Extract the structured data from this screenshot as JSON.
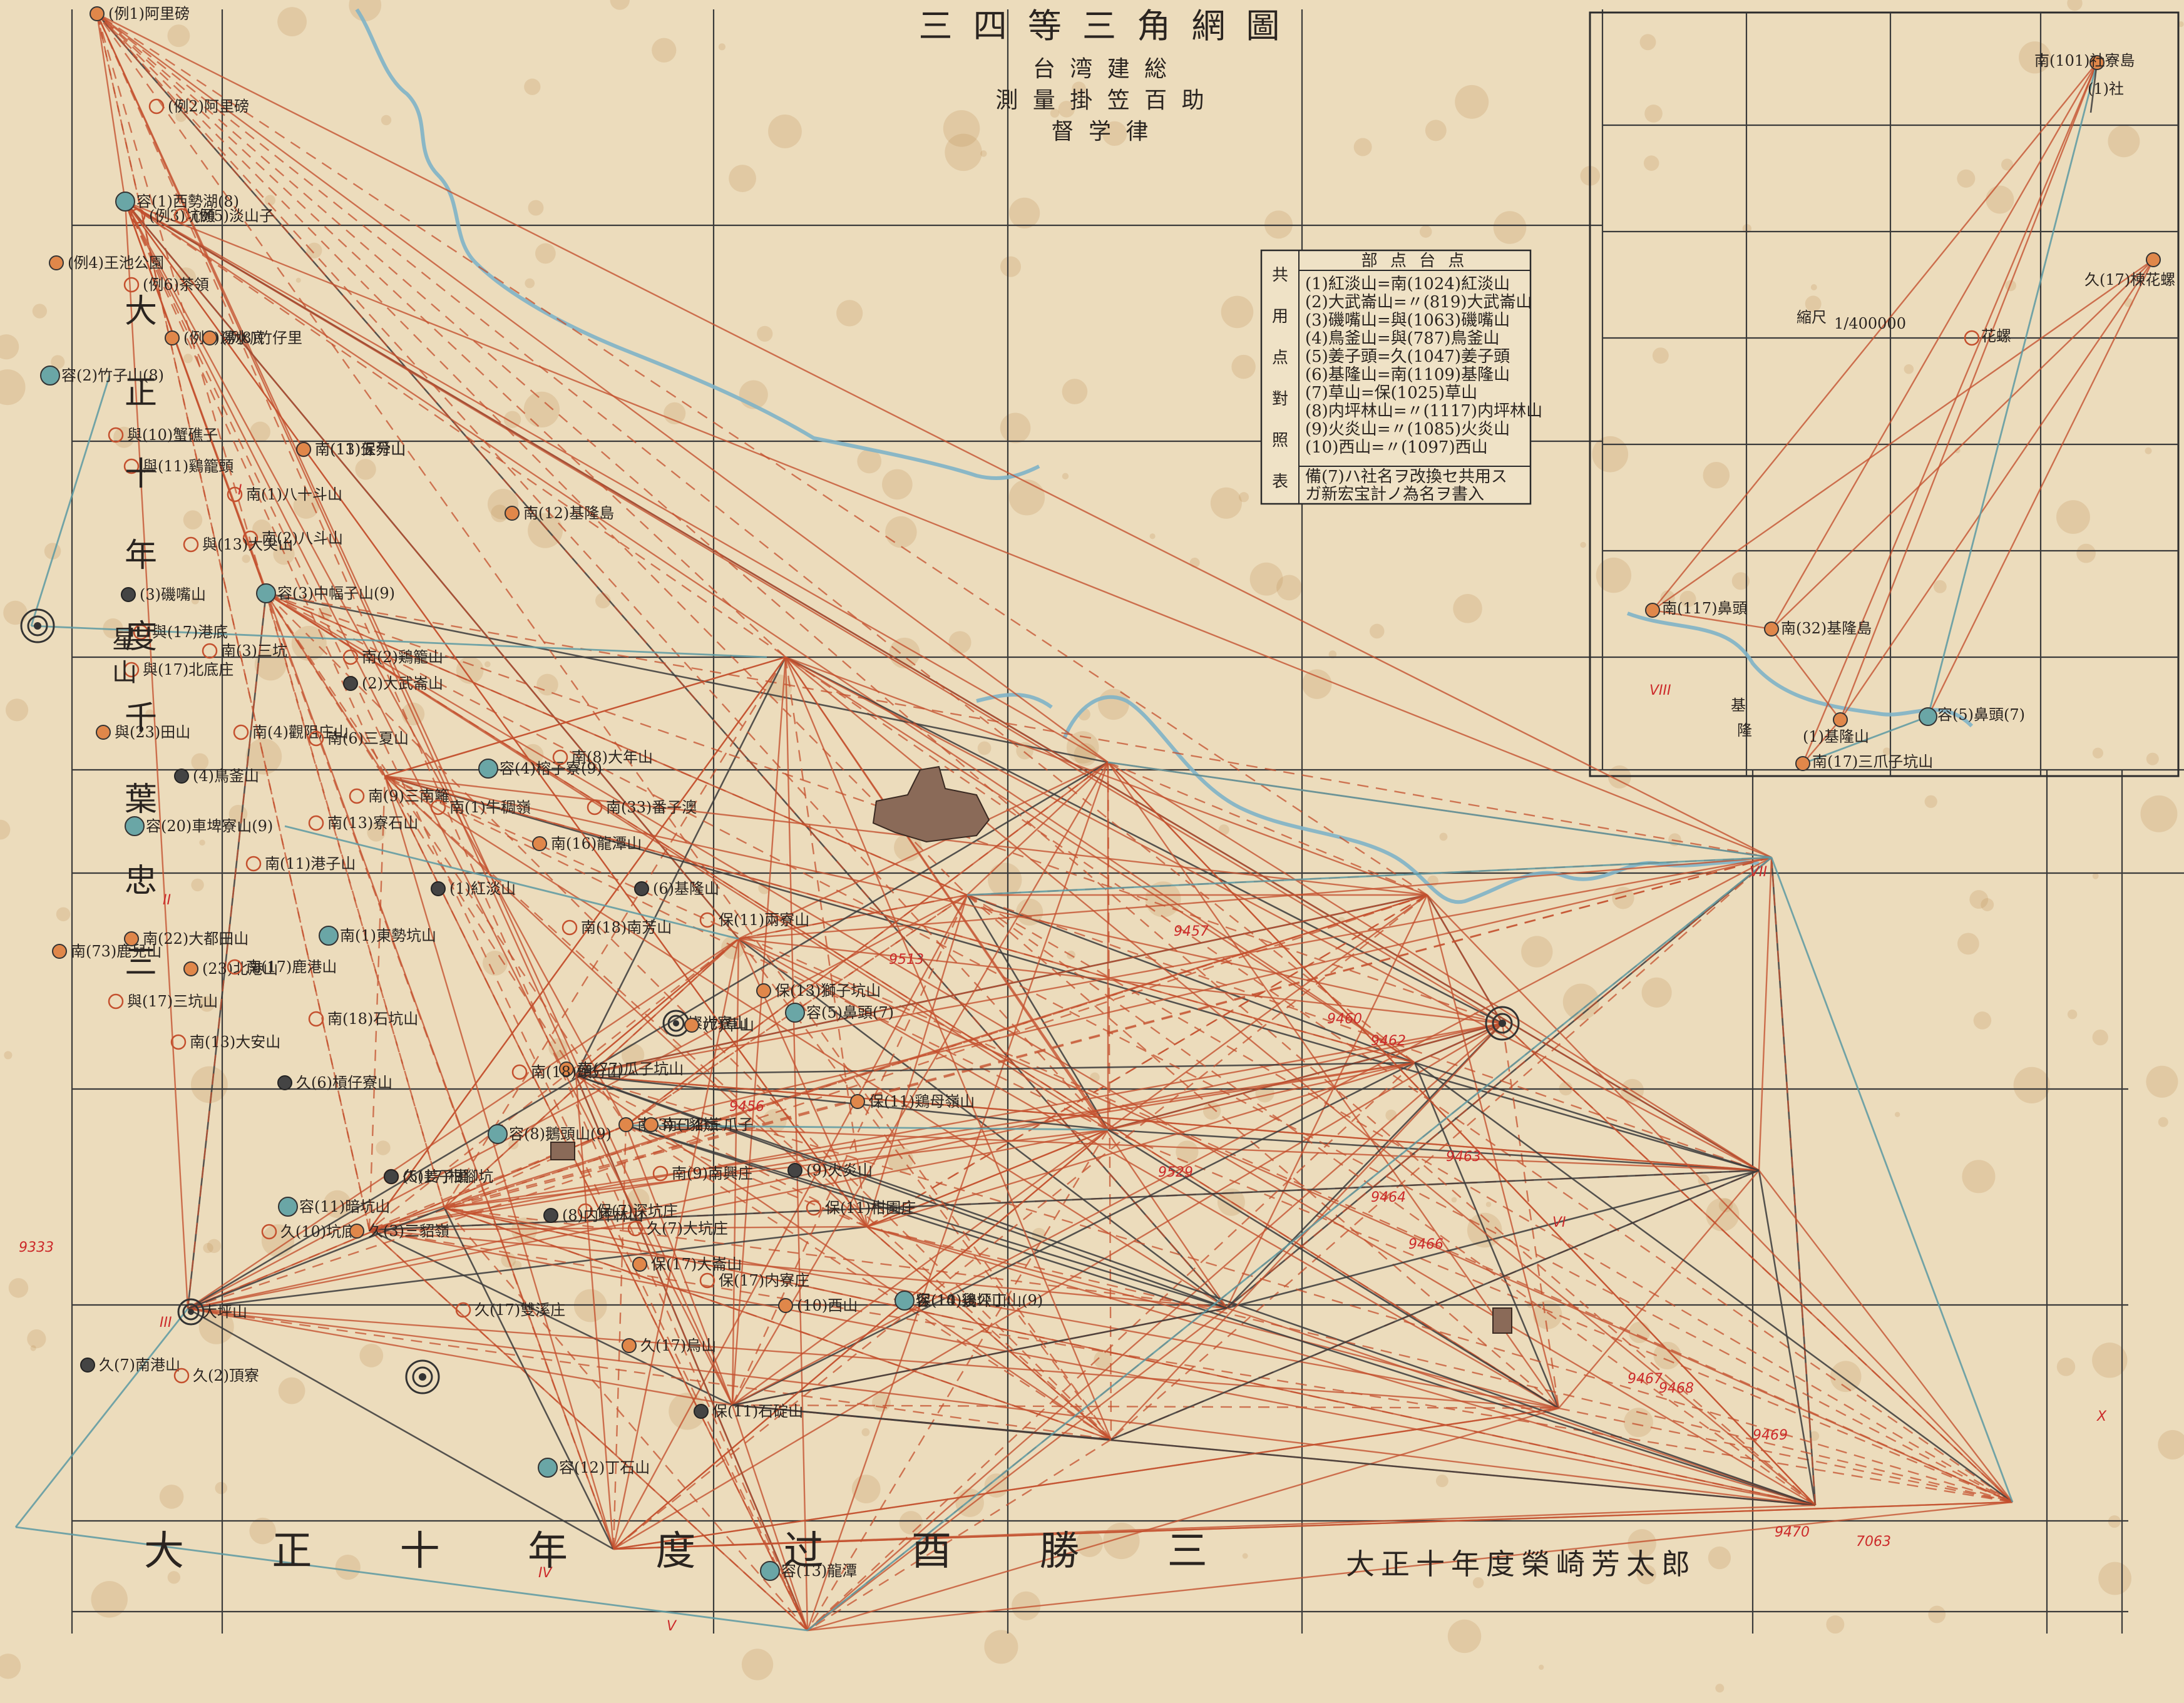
{
  "title": {
    "main": "三 四 等 三 角 網 圖",
    "sub1": "台 湾 建 総",
    "sub2": "測 量 掛 笠 百 助",
    "sub3": "督 学 律"
  },
  "vertical_left": [
    "大",
    "正",
    "十",
    "年",
    "度",
    "千",
    "葉",
    "忠",
    "三"
  ],
  "vertical_left_mid": "星 山",
  "bottom_text_left": "大 正 十 年 度 过 ⾣ 勝 三",
  "bottom_text_right": "大正十年度榮崎芳太郎",
  "legend": {
    "side_label": [
      "共",
      "用",
      "点",
      "對",
      "照",
      "表"
    ],
    "header": "部 点 台 点",
    "rows": [
      "(1)紅淡山=南(1024)紅淡山",
      "(2)大武崙山=〃(819)大武崙山",
      "(3)磯嘴山=與(1063)磯嘴山",
      "(4)鳥釜山=與(787)鳥釜山",
      "(5)姜子頭=久(1047)姜子頭",
      "(6)基隆山=南(1109)基隆山",
      "(7)草山=保(1025)草山",
      "(8)内坪林山=〃(1117)内坪林山",
      "(9)火炎山=〃(1085)火炎山",
      "(10)西山=〃(1097)西山"
    ],
    "note1": "備(7)ハ社名ヲ改換セ共用ス",
    "note2": "ガ新宏宝計ノ為名ヲ書入"
  },
  "inset": {
    "scale_label": "縮尺",
    "scale_value": "1/400000",
    "labels": [
      "南(101)社寮島",
      "(1)社",
      "久(17)棟花螺",
      "花螺",
      "南(117)鼻頭",
      "南(32)基隆島",
      "(1)基隆山",
      "南(17)三爪子坑山",
      "容(5)鼻頭(7)",
      "基",
      "隆"
    ]
  },
  "colors": {
    "paper": "#ecdcbc",
    "red_line": "#c4502e",
    "blue_line": "#5c9aa3",
    "black_line": "#3b3b3b",
    "orange_point": "#e0874a",
    "blue_point": "#6aa6a6",
    "dark_point": "#444444"
  },
  "points": [
    {
      "t": "o",
      "label": "(例1)阿里磅"
    },
    {
      "t": "h",
      "label": "(例2)阿里磅"
    },
    {
      "t": "b",
      "label": "容(1)西勢湖(8)"
    },
    {
      "t": "h",
      "label": "(例3)坑頭"
    },
    {
      "t": "o",
      "label": "(例4)王池公園"
    },
    {
      "t": "h",
      "label": "(例5)淡山子"
    },
    {
      "t": "h",
      "label": "(例6)茶領"
    },
    {
      "t": "o",
      "label": "(例7)湯水底"
    },
    {
      "t": "o",
      "label": "(例8)竹仔里"
    },
    {
      "t": "b",
      "label": "容(2)竹子山(8)"
    },
    {
      "t": "h",
      "label": "與(10)蟹礁子"
    },
    {
      "t": "h",
      "label": "南(13)五分山"
    },
    {
      "t": "h",
      "label": "與(11)鷄籠頭"
    },
    {
      "t": "o",
      "label": "南(11)保舜山"
    },
    {
      "t": "h",
      "label": "南(1)八十斗山"
    },
    {
      "t": "h",
      "label": "南(2)八斗山"
    },
    {
      "t": "h",
      "label": "與(13)大尖山"
    },
    {
      "t": "o",
      "label": "南(12)基隆島"
    },
    {
      "t": "d",
      "label": "(3)磯嘴山"
    },
    {
      "t": "b",
      "label": "容(3)中幅子山(9)"
    },
    {
      "t": "h",
      "label": "與(17)港底"
    },
    {
      "t": "h",
      "label": "南(3)三坑"
    },
    {
      "t": "h",
      "label": "南(2)鶏籠山"
    },
    {
      "t": "h",
      "label": "與(17)北底庄"
    },
    {
      "t": "d",
      "label": "(2)大武崙山"
    },
    {
      "t": "o",
      "label": "與(23)田山"
    },
    {
      "t": "h",
      "label": "南(4)觀阻庄山"
    },
    {
      "t": "h",
      "label": "南(6)三夏山"
    },
    {
      "t": "d",
      "label": "(4)鳥釜山"
    },
    {
      "t": "b",
      "label": "容(4)榕子寮(9)"
    },
    {
      "t": "h",
      "label": "南(8)大年山"
    },
    {
      "t": "h",
      "label": "南(9)三南籬"
    },
    {
      "t": "b",
      "label": "容(20)車埤寮山(9)"
    },
    {
      "t": "h",
      "label": "南(13)寮石山"
    },
    {
      "t": "h",
      "label": "南(1)牛稠嶺"
    },
    {
      "t": "h",
      "label": "南(33)番子澳"
    },
    {
      "t": "h",
      "label": "南(11)港子山"
    },
    {
      "t": "d",
      "label": "(1)紅淡山"
    },
    {
      "t": "o",
      "label": "南(16)龍潭山"
    },
    {
      "t": "d",
      "label": "(6)基隆山"
    },
    {
      "t": "b",
      "label": "容(5)鼻頭(7)"
    },
    {
      "t": "o",
      "label": "南(73)鹿兒山"
    },
    {
      "t": "b",
      "label": "南(1)東勢坑山"
    },
    {
      "t": "h",
      "label": "南(18)南芳山"
    },
    {
      "t": "o",
      "label": "南(22)大都田山"
    },
    {
      "t": "o",
      "label": "(23)北港山"
    },
    {
      "t": "h",
      "label": "南(17)鹿港山"
    },
    {
      "t": "h",
      "label": "與(17)三坑山"
    },
    {
      "t": "h",
      "label": "南(13)大安山"
    },
    {
      "t": "h",
      "label": "南(18)石坑山"
    },
    {
      "t": "h",
      "label": "保(11)兩寮山"
    },
    {
      "t": "o",
      "label": "保(13)獅子坑山"
    },
    {
      "t": "c",
      "label": "燦光寮山"
    },
    {
      "t": "o",
      "label": "(7)草山"
    },
    {
      "t": "d",
      "label": "久(6)槓仔寮山"
    },
    {
      "t": "o",
      "label": "南(3)三貂嶺"
    },
    {
      "t": "o",
      "label": "南(77)瓜子坑山"
    },
    {
      "t": "h",
      "label": "南(18)頭分山"
    },
    {
      "t": "b",
      "label": "容(8)鵝頭山(9)"
    },
    {
      "t": "o",
      "label": "南(14)三爪子"
    },
    {
      "t": "h",
      "label": "南(9)南興庄"
    },
    {
      "t": "h",
      "label": "保(7)深坑庄"
    },
    {
      "t": "d",
      "label": "(9)火炎山"
    },
    {
      "t": "h",
      "label": "保(11)柑園庄"
    },
    {
      "t": "h",
      "label": "久(17)柑腳坑"
    },
    {
      "t": "h",
      "label": "久(7)大坑庄"
    },
    {
      "t": "d",
      "label": "(5)姜子頭"
    },
    {
      "t": "b",
      "label": "容(11)暗坑山"
    },
    {
      "t": "h",
      "label": "久(10)坑底"
    },
    {
      "t": "o",
      "label": "久(3)三貂嶺"
    },
    {
      "t": "c",
      "label": "大坪山"
    },
    {
      "t": "d",
      "label": "久(7)南港山"
    },
    {
      "t": "h",
      "label": "久(2)頂寮"
    },
    {
      "t": "h",
      "label": "久(17)雙溪庄"
    },
    {
      "t": "d",
      "label": "(8)内坪林山"
    },
    {
      "t": "o",
      "label": "保(17)大崙山"
    },
    {
      "t": "h",
      "label": "保(17)内寮庄"
    },
    {
      "t": "o",
      "label": "(10)西山"
    },
    {
      "t": "b",
      "label": "容(12)丁石山"
    },
    {
      "t": "o",
      "label": "保(14)鶏公山"
    },
    {
      "t": "b",
      "label": "容(10)後坪丁山(9)"
    },
    {
      "t": "o",
      "label": "久(17)烏山"
    },
    {
      "t": "d",
      "label": "保(11)石碇山"
    },
    {
      "t": "b",
      "label": "容(13)龍潭"
    },
    {
      "t": "o",
      "label": "保(11)鶏母嶺山"
    }
  ],
  "red_numbers": [
    "9333",
    "9456",
    "9457",
    "9460",
    "9462",
    "9463",
    "9464",
    "9466",
    "9467",
    "9468",
    "9469",
    "9470",
    "7063",
    "9529",
    "9513"
  ],
  "roman_numerals": [
    "I",
    "II",
    "III",
    "IV",
    "V",
    "VI",
    "VII",
    "VIII",
    "X"
  ]
}
